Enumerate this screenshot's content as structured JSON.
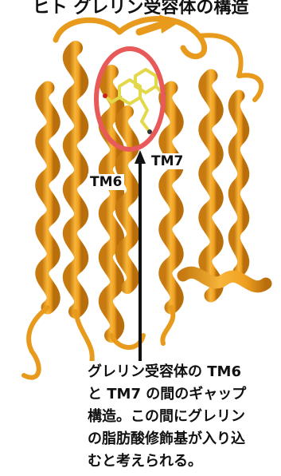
{
  "figure": {
    "title": "ヒト グレリン受容体の構造",
    "labels": {
      "tm6": "TM6",
      "tm7": "TM7"
    },
    "caption_lines": [
      "グレリン受容体の TM6",
      "と TM7 の間のギャップ",
      "構造。この間にグレリン",
      "の脂肪酸修飾基が入り込",
      "むと考えられる。"
    ],
    "colors": {
      "ribbon": "#f0a020",
      "ribbon_dark": "#c67a10",
      "ribbon_highlight": "#fff3d6",
      "ligand": "#e3d84a",
      "highlight_ellipse": "#e85a5a",
      "arrow": "#111111"
    }
  }
}
